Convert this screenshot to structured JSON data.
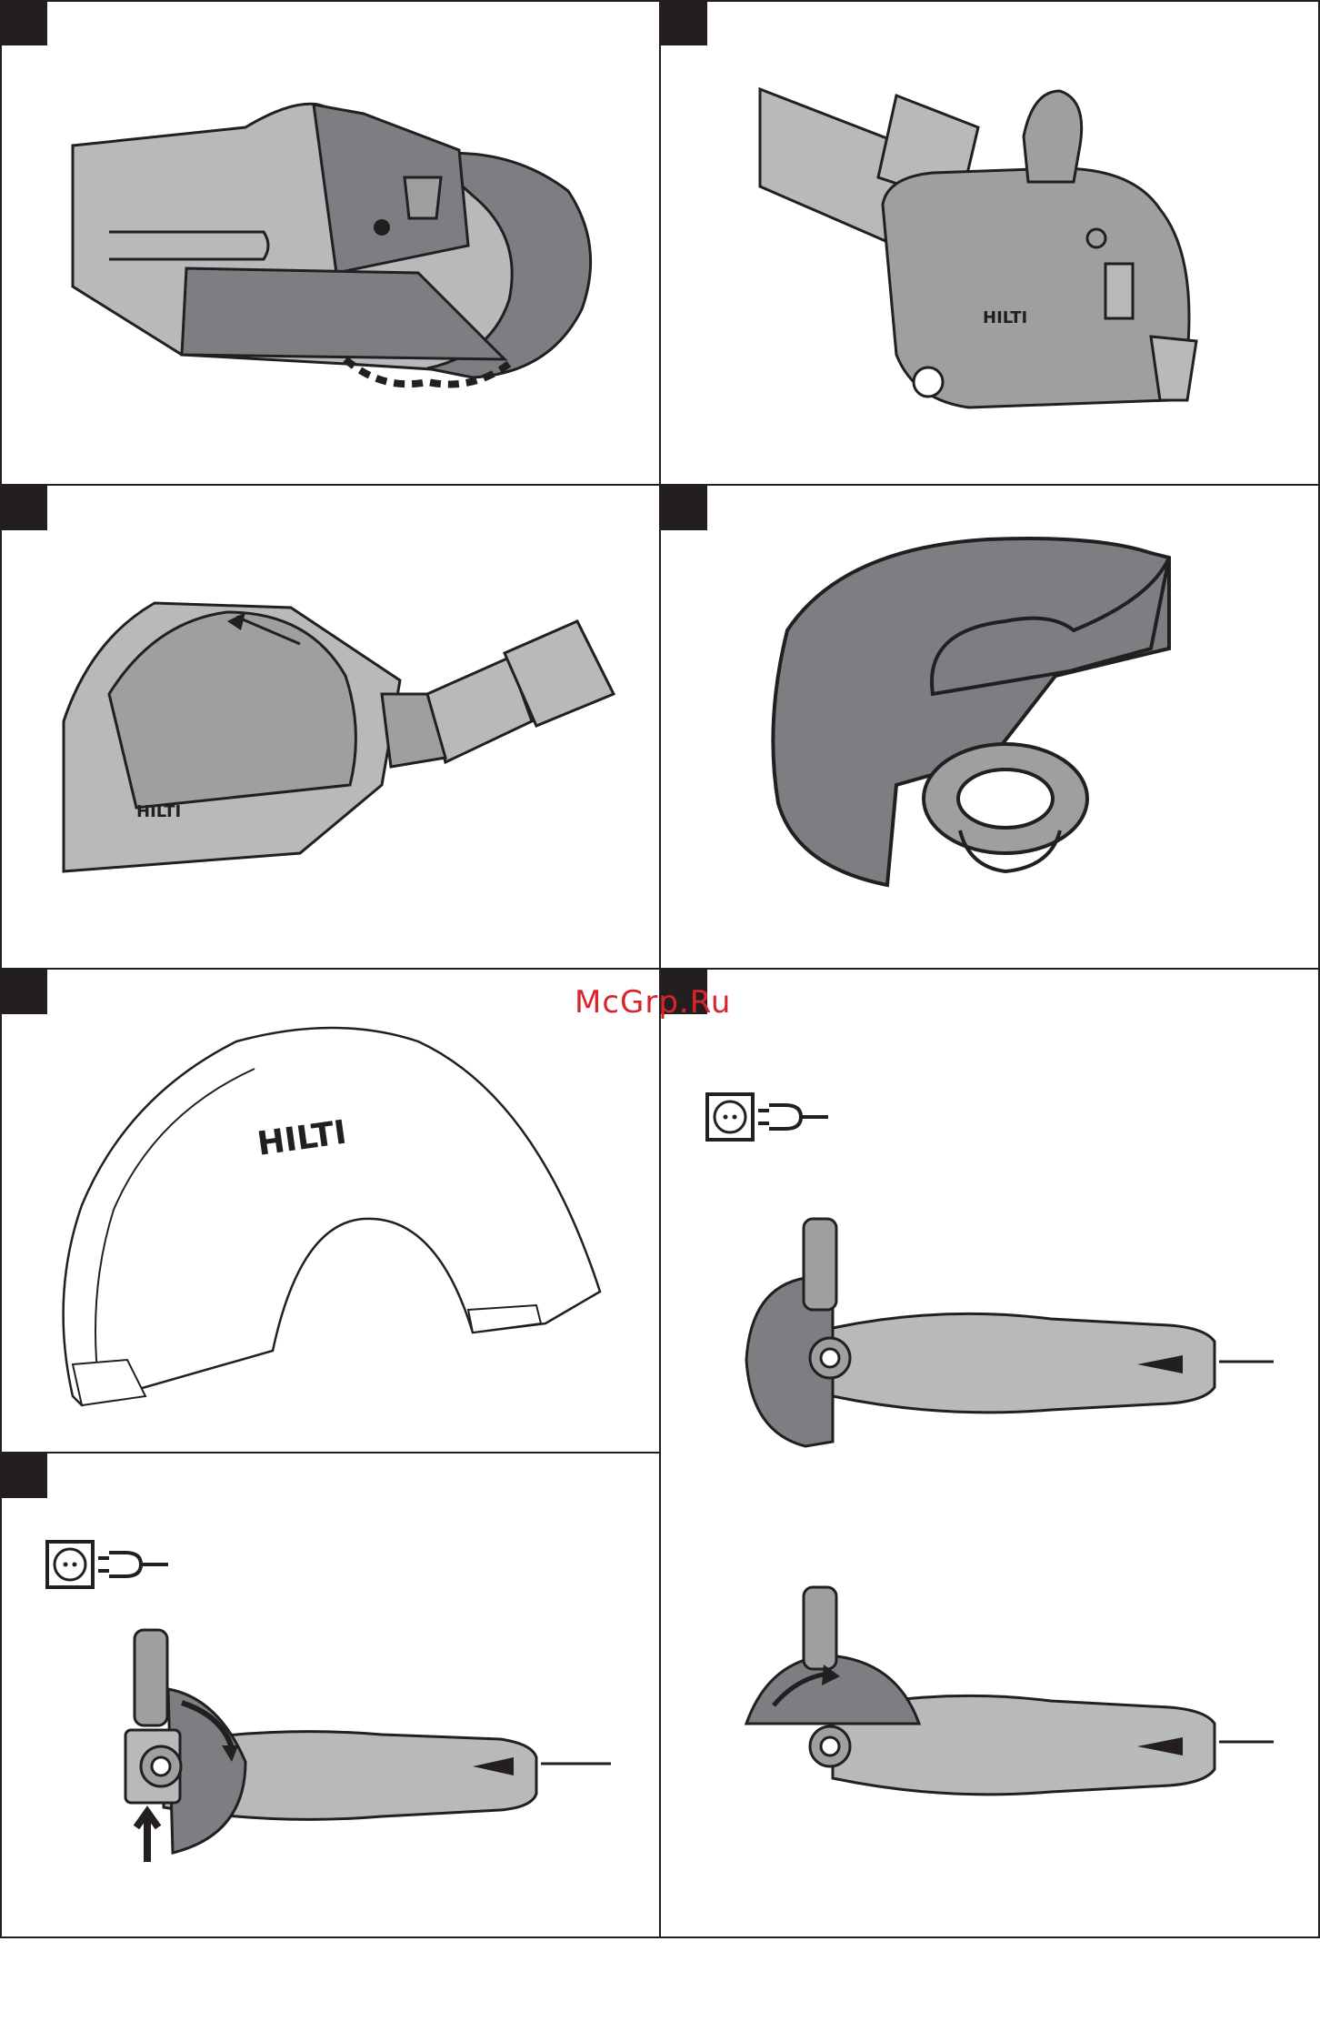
{
  "watermark": {
    "text": "McGrp.Ru",
    "color": "#d9242b"
  },
  "colors": {
    "line": "#231f20",
    "tool_light": "#b8b9bb",
    "tool_mid": "#9d9fa1",
    "tool_dark": "#7c7e81",
    "paper": "#ffffff"
  },
  "panels": [
    {
      "id": "p1",
      "icon": "angle-grinder-guard-closeup"
    },
    {
      "id": "p2",
      "icon": "dust-hood-with-grinder"
    },
    {
      "id": "p3",
      "icon": "dust-hood-cutting-guard"
    },
    {
      "id": "p4",
      "icon": "wheel-guard"
    },
    {
      "id": "p5",
      "icon": "cutting-guard-outline"
    },
    {
      "id": "p6",
      "icon": "unplug-and-rotate-guard"
    },
    {
      "id": "p7",
      "icon": "unplug-and-release-guard"
    }
  ],
  "logo_text": "HILTI"
}
